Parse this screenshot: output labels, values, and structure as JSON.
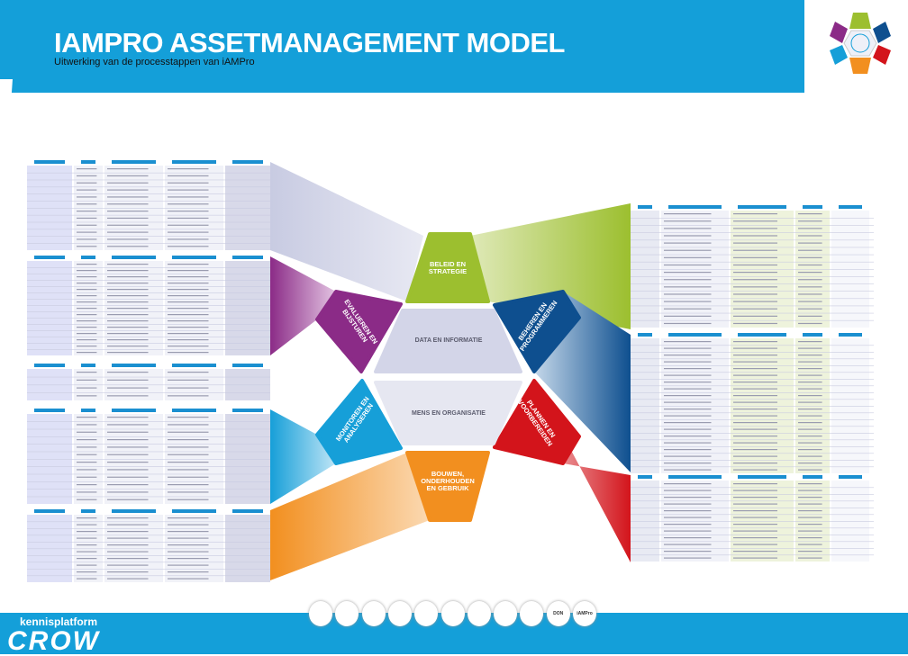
{
  "header": {
    "title": "IAMPRO ASSETMANAGEMENT MODEL",
    "subtitle": "Uitwerking van de processtappen van iAMPro"
  },
  "colors": {
    "header_blue": "#149fd9",
    "beleid": "#9cbf2f",
    "beheren": "#0e4f8f",
    "plannen": "#d3141b",
    "bouwen": "#f28f1f",
    "monitoren": "#169fd8",
    "evalueren": "#8b2b87",
    "data": "#d3d5e8",
    "mens": "#e6e7f1",
    "table_header": "#1a8fd0"
  },
  "model": {
    "segments": [
      {
        "id": "beleid",
        "label": "BELEID EN\nSTRATEGIE"
      },
      {
        "id": "beheren",
        "label": "BEHEREN EN\nPROGRAMMEREN"
      },
      {
        "id": "plannen",
        "label": "PLANNEN EN\nVOORBEREIDEN"
      },
      {
        "id": "bouwen",
        "label": "BOUWEN,\nONDERHOUDEN\nEN GEBRUIK"
      },
      {
        "id": "monitoren",
        "label": "MONITOREN EN\nANALYSEREN"
      },
      {
        "id": "evalueren",
        "label": "EVALUEREN EN\nBIJSTUREN"
      }
    ],
    "core": [
      {
        "label": "DATA EN INFORMATIE"
      },
      {
        "label": "MENS EN ORGANISATIE"
      }
    ]
  },
  "footer": {
    "brand_top": "kennisplatform",
    "brand": "CROW",
    "partner_logos": [
      "gemeente-logo",
      "partner-logo",
      "partner-logo",
      "partner-logo",
      "partner-logo",
      "partner-logo",
      "partner-logo",
      "partner-logo",
      "partner-logo",
      "DON",
      "iAMPro"
    ]
  }
}
